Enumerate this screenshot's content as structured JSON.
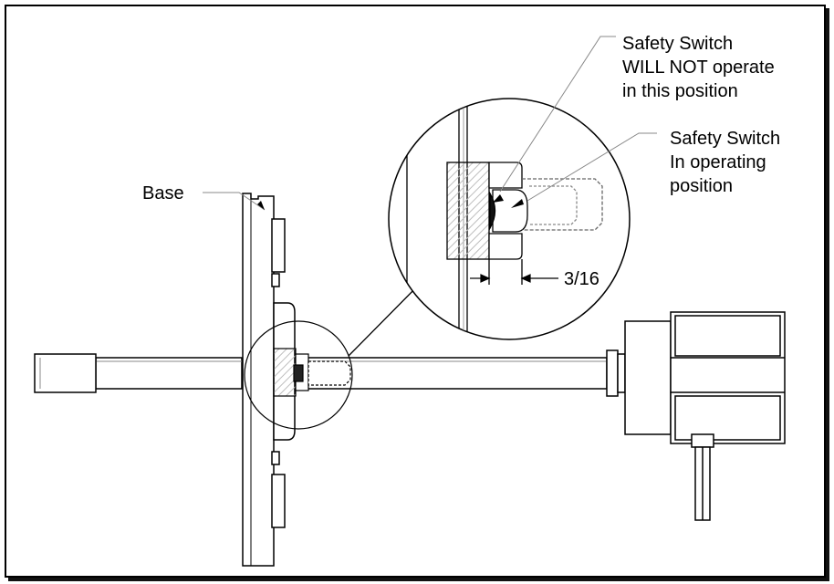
{
  "labels": {
    "base": "Base",
    "not_operate_line1": "Safety Switch",
    "not_operate_line2": "WILL NOT operate",
    "not_operate_line3": "in this position",
    "operating_line1": "Safety Switch",
    "operating_line2": "In operating",
    "operating_line3": "position",
    "dimension": "3/16"
  },
  "colors": {
    "line": "#000000",
    "leader": "#888888",
    "hatch": "#bdbdbd"
  }
}
